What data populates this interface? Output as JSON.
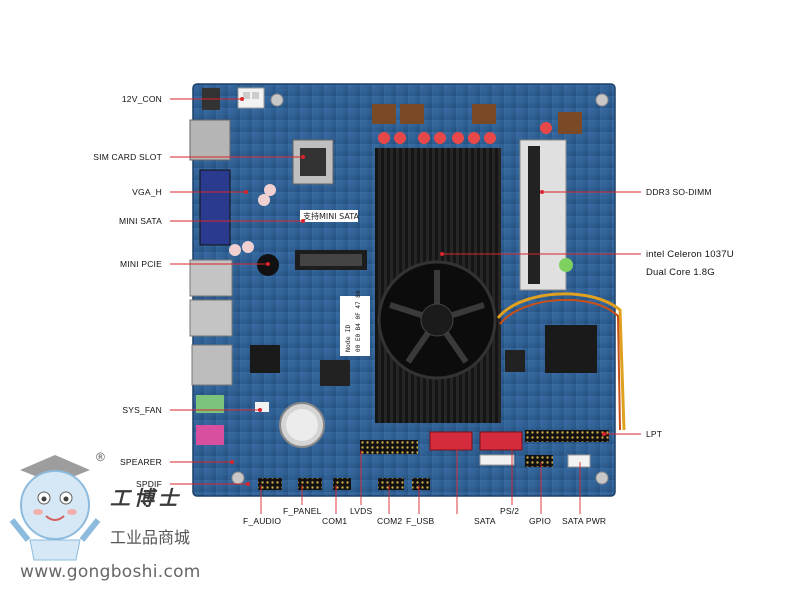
{
  "labels": {
    "con12v": "12V_CON",
    "sim": "SIM CARD SLOT",
    "vga": "VGA_H",
    "minisata": "MINI SATA",
    "minipcie": "MINI PCIE",
    "sysfan": "SYS_FAN",
    "speaker": "SPEARER",
    "spdif": "SPDIF",
    "ddr3": "DDR3 SO-DIMM",
    "cpu_line1": "intel Celeron 1037U",
    "cpu_line2": "Dual Core 1.8G",
    "lpt": "LPT",
    "faudio": "F_AUDIO",
    "fpanel": "F_PANEL",
    "com1": "COM1",
    "lvds": "LVDS",
    "com2": "COM2",
    "fusb": "F_USB",
    "sata": "SATA",
    "ps2": "PS/2",
    "gpio": "GPIO",
    "satapwr": "SATA PWR"
  },
  "board": {
    "minisata_text": "支持MINI SATA",
    "mac_line1": "Node ID",
    "mac_line2": "00 E0 B4 0F 47 84"
  },
  "watermark": {
    "brand": "工博士",
    "subtitle": "工业品商城",
    "url": "www.gongboshi.com",
    "registered": "®"
  },
  "colors": {
    "pcb": "#2f5f93",
    "heatsink": "#1a1a1a",
    "sata_red": "#d42c3c",
    "leader": "#d8252c"
  }
}
